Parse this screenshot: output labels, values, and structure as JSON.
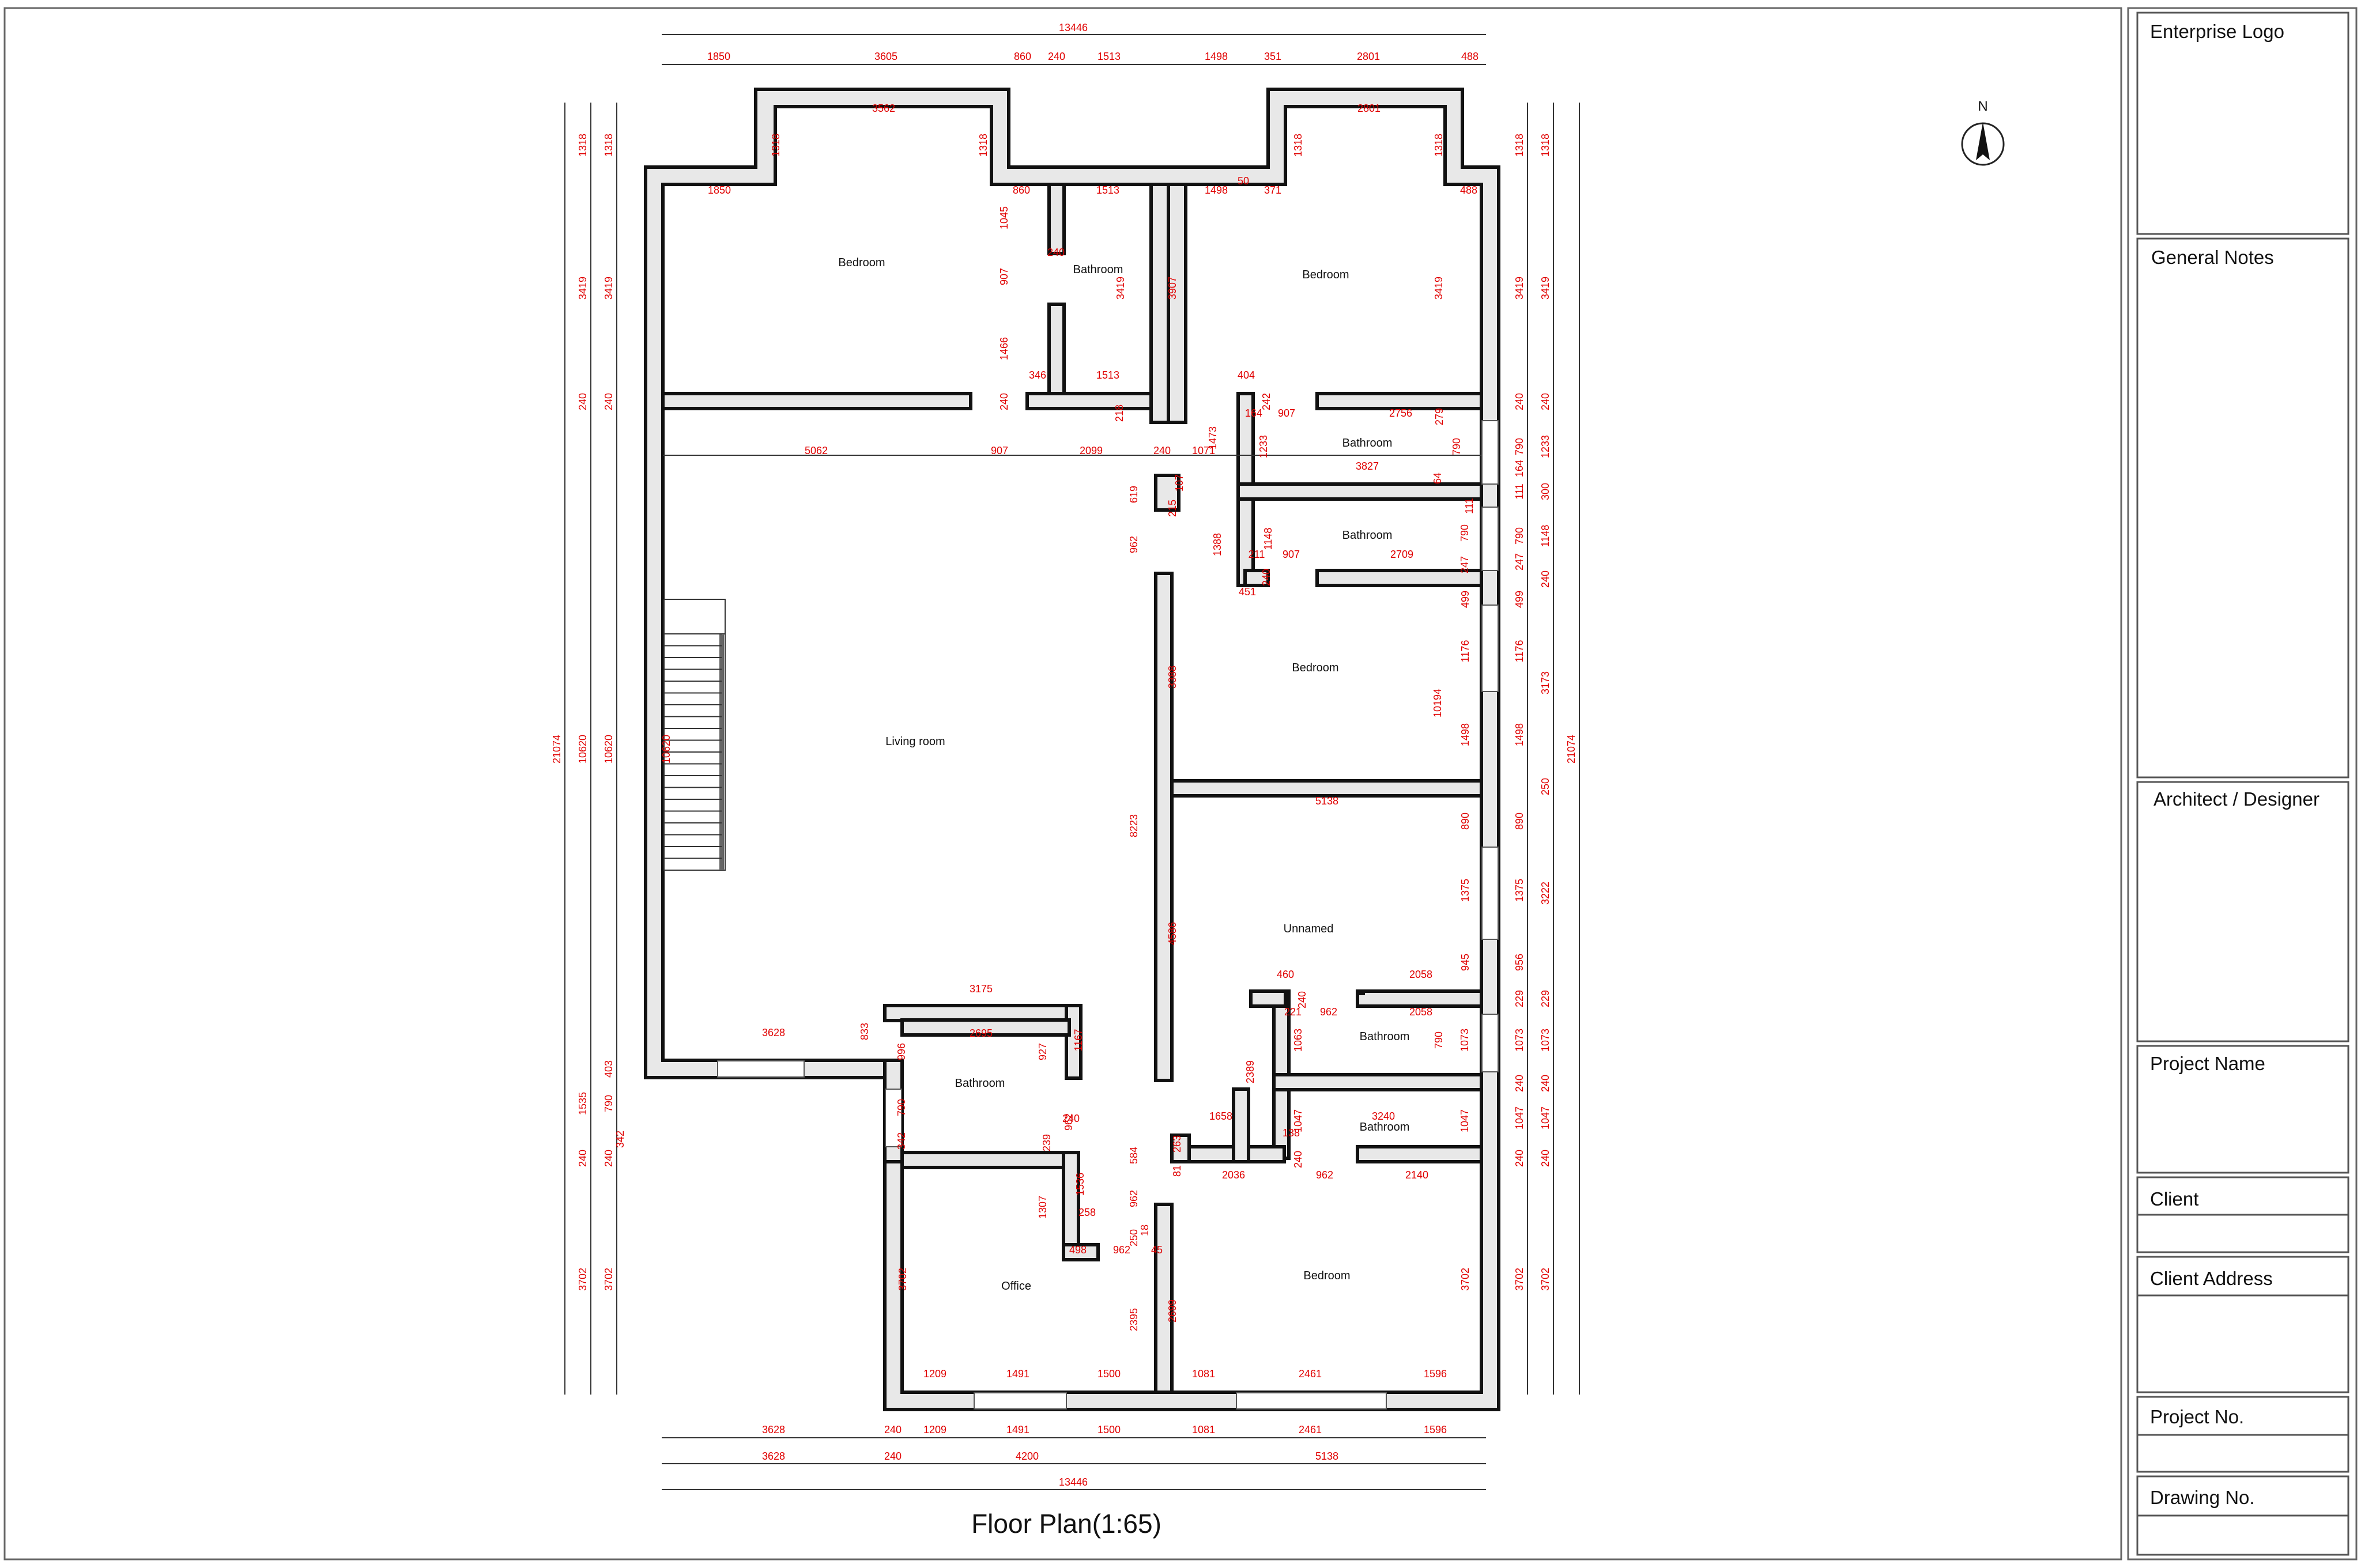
{
  "drawing": {
    "title": "Floor Plan(1:65)",
    "north": "N",
    "rooms": [
      {
        "name": "Bedroom"
      },
      {
        "name": "Bathroom"
      },
      {
        "name": "Bedroom"
      },
      {
        "name": "Bathroom"
      },
      {
        "name": "Bathroom"
      },
      {
        "name": "Bedroom"
      },
      {
        "name": "Living room"
      },
      {
        "name": "Unnamed"
      },
      {
        "name": "Bathroom"
      },
      {
        "name": "Bathroom"
      },
      {
        "name": "Bathroom"
      },
      {
        "name": "Office"
      },
      {
        "name": "Bedroom"
      }
    ],
    "dims_top": {
      "overall": "13446",
      "segments": [
        "1850",
        "3605",
        "860",
        "240",
        "1513",
        "1498",
        "351",
        "2801",
        "488"
      ]
    },
    "dims_bottom": {
      "row1": [
        "3628",
        "240",
        "1209",
        "1491",
        "1500",
        "1081",
        "2461",
        "1596"
      ],
      "row2": [
        "3628",
        "240",
        "4200",
        "5138"
      ],
      "overall": "13446"
    },
    "dims_left": {
      "overall": "21074",
      "col2": [
        "1318",
        "3419",
        "240",
        "10620",
        "1535",
        "240",
        "3702"
      ],
      "col3": [
        "1318",
        "3419",
        "240",
        "10620",
        "403",
        "790",
        "240",
        "3702"
      ],
      "extra": "342"
    },
    "dims_right": {
      "overall": "21074",
      "col2": [
        "1318",
        "3419",
        "240",
        "1233",
        "300",
        "1148",
        "240",
        "3173",
        "250",
        "3222",
        "229",
        "1073",
        "240",
        "1047",
        "240",
        "3702"
      ],
      "col1": [
        "1318",
        "3419",
        "240",
        "790",
        "164",
        "111",
        "790",
        "247",
        "499",
        "1176",
        "1498",
        "890",
        "1375",
        "956",
        "229",
        "1073",
        "240",
        "1047",
        "240",
        "3702"
      ]
    },
    "interior_dims": [
      "3562",
      "1318",
      "1318",
      "2801",
      "1318",
      "1318",
      "1850",
      "860",
      "1513",
      "1498",
      "50",
      "371",
      "488",
      "1045",
      "240",
      "907",
      "3419",
      "1466",
      "346",
      "1513",
      "240",
      "3907",
      "3419",
      "218",
      "404",
      "164",
      "242",
      "907",
      "2756",
      "279",
      "1473",
      "1233",
      "5062",
      "907",
      "2099",
      "240",
      "1071",
      "3827",
      "64",
      "790",
      "619",
      "215",
      "107",
      "111",
      "1388",
      "1148",
      "211",
      "907",
      "2709",
      "790",
      "240",
      "247",
      "451",
      "962",
      "3388",
      "499",
      "1176",
      "10194",
      "1498",
      "5138",
      "890",
      "8223",
      "1375",
      "4586",
      "945",
      "460",
      "240",
      "2058",
      "221",
      "962",
      "2058",
      "3175",
      "3628",
      "833",
      "2695",
      "927",
      "1167",
      "996",
      "1063",
      "790",
      "1073",
      "2389",
      "1658",
      "138",
      "1047",
      "3240",
      "1047",
      "962",
      "240",
      "790",
      "342",
      "263",
      "240",
      "81",
      "2036",
      "962",
      "2140",
      "239",
      "1536",
      "1307",
      "258",
      "584",
      "962",
      "498",
      "962",
      "250",
      "18",
      "45",
      "3702",
      "2395",
      "2699",
      "3702",
      "1209",
      "1491",
      "1500",
      "1081",
      "2461",
      "1596",
      "10620"
    ]
  },
  "title_block": {
    "enterprise_logo": "Enterprise Logo",
    "general_notes": "General Notes",
    "architect": "Architect / Designer",
    "project_name": "Project Name",
    "client": "Client",
    "client_address": "Client Address",
    "project_no": "Project No.",
    "drawing_no": "Drawing No."
  }
}
